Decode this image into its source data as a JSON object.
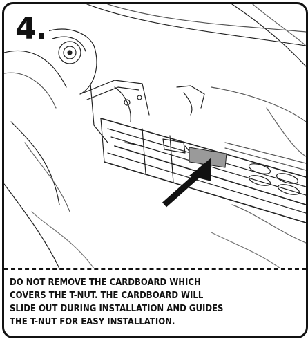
{
  "step": {
    "number": "4.",
    "instruction_lines": [
      "DO NOT REMOVE THE CARDBOARD WHICH",
      "COVERS THE T-NUT. THE CARDBOARD WILL",
      "SLIDE OUT DURING INSTALLATION AND GUIDES",
      "THE T-NUT FOR EASY INSTALLATION."
    ]
  },
  "colors": {
    "ink": "#111111",
    "cardboard": "#9a9a9a",
    "background": "#ffffff"
  },
  "icons": [
    "pointer-arrow-icon",
    "cardboard-insert-icon"
  ]
}
